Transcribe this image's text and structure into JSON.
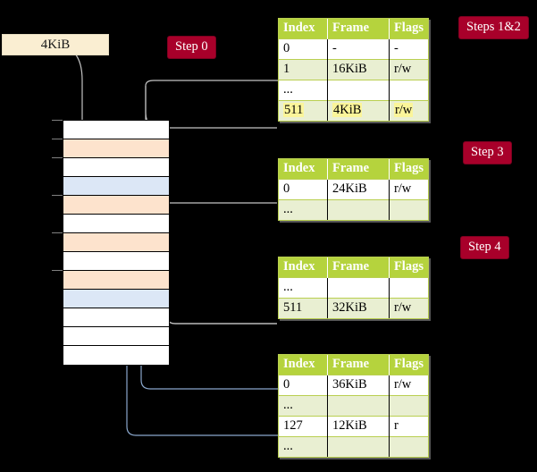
{
  "labels": {
    "step0": "Step 0",
    "steps12": "Steps 1&2",
    "step3": "Step 3",
    "step4": "Step 4",
    "size_box": "4KiB"
  },
  "columns": {
    "index": "Index",
    "frame": "Frame",
    "flags": "Flags"
  },
  "tables": [
    {
      "name": "level4-table",
      "rows": [
        {
          "index": "0",
          "frame": "-",
          "flags": "-",
          "shade": "white",
          "highlight": false
        },
        {
          "index": "1",
          "frame": "16KiB",
          "flags": "r/w",
          "shade": "alt",
          "highlight": false
        },
        {
          "index": "...",
          "frame": "",
          "flags": "",
          "shade": "white",
          "highlight": false
        },
        {
          "index": "511",
          "frame": "4KiB",
          "flags": "r/w",
          "shade": "alt",
          "highlight": true
        }
      ]
    },
    {
      "name": "level3-table",
      "rows": [
        {
          "index": "0",
          "frame": "24KiB",
          "flags": "r/w",
          "shade": "white",
          "highlight": false
        },
        {
          "index": "...",
          "frame": "",
          "flags": "",
          "shade": "alt",
          "highlight": false
        }
      ]
    },
    {
      "name": "level2-table",
      "rows": [
        {
          "index": "...",
          "frame": "",
          "flags": "",
          "shade": "white",
          "highlight": false
        },
        {
          "index": "511",
          "frame": "32KiB",
          "flags": "r/w",
          "shade": "alt",
          "highlight": false
        }
      ]
    },
    {
      "name": "level1-table",
      "rows": [
        {
          "index": "0",
          "frame": "36KiB",
          "flags": "r/w",
          "shade": "white",
          "highlight": false
        },
        {
          "index": "...",
          "frame": "",
          "flags": "",
          "shade": "alt",
          "highlight": false
        },
        {
          "index": "127",
          "frame": "12KiB",
          "flags": "r",
          "shade": "white",
          "highlight": false
        },
        {
          "index": "...",
          "frame": "",
          "flags": "",
          "shade": "alt",
          "highlight": false
        }
      ]
    }
  ],
  "memory": {
    "rows": [
      {
        "fill": "white"
      },
      {
        "fill": "orange"
      },
      {
        "fill": "white"
      },
      {
        "fill": "blue"
      },
      {
        "fill": "orange"
      },
      {
        "fill": "white"
      },
      {
        "fill": "orange"
      },
      {
        "fill": "white"
      },
      {
        "fill": "orange"
      },
      {
        "fill": "blue"
      },
      {
        "fill": "white"
      },
      {
        "fill": "white"
      },
      {
        "fill": "white"
      }
    ]
  },
  "colors": {
    "badge": "#a8002a",
    "header": "#b5d33d",
    "row_alt": "#e9efd2",
    "highlight": "#fbf59a",
    "mem_orange": "#fde3cd",
    "mem_blue": "#dce7f6",
    "size_box": "#faeed2",
    "link_gray": "#b8b8b8",
    "link_blue": "#7e9fca"
  }
}
